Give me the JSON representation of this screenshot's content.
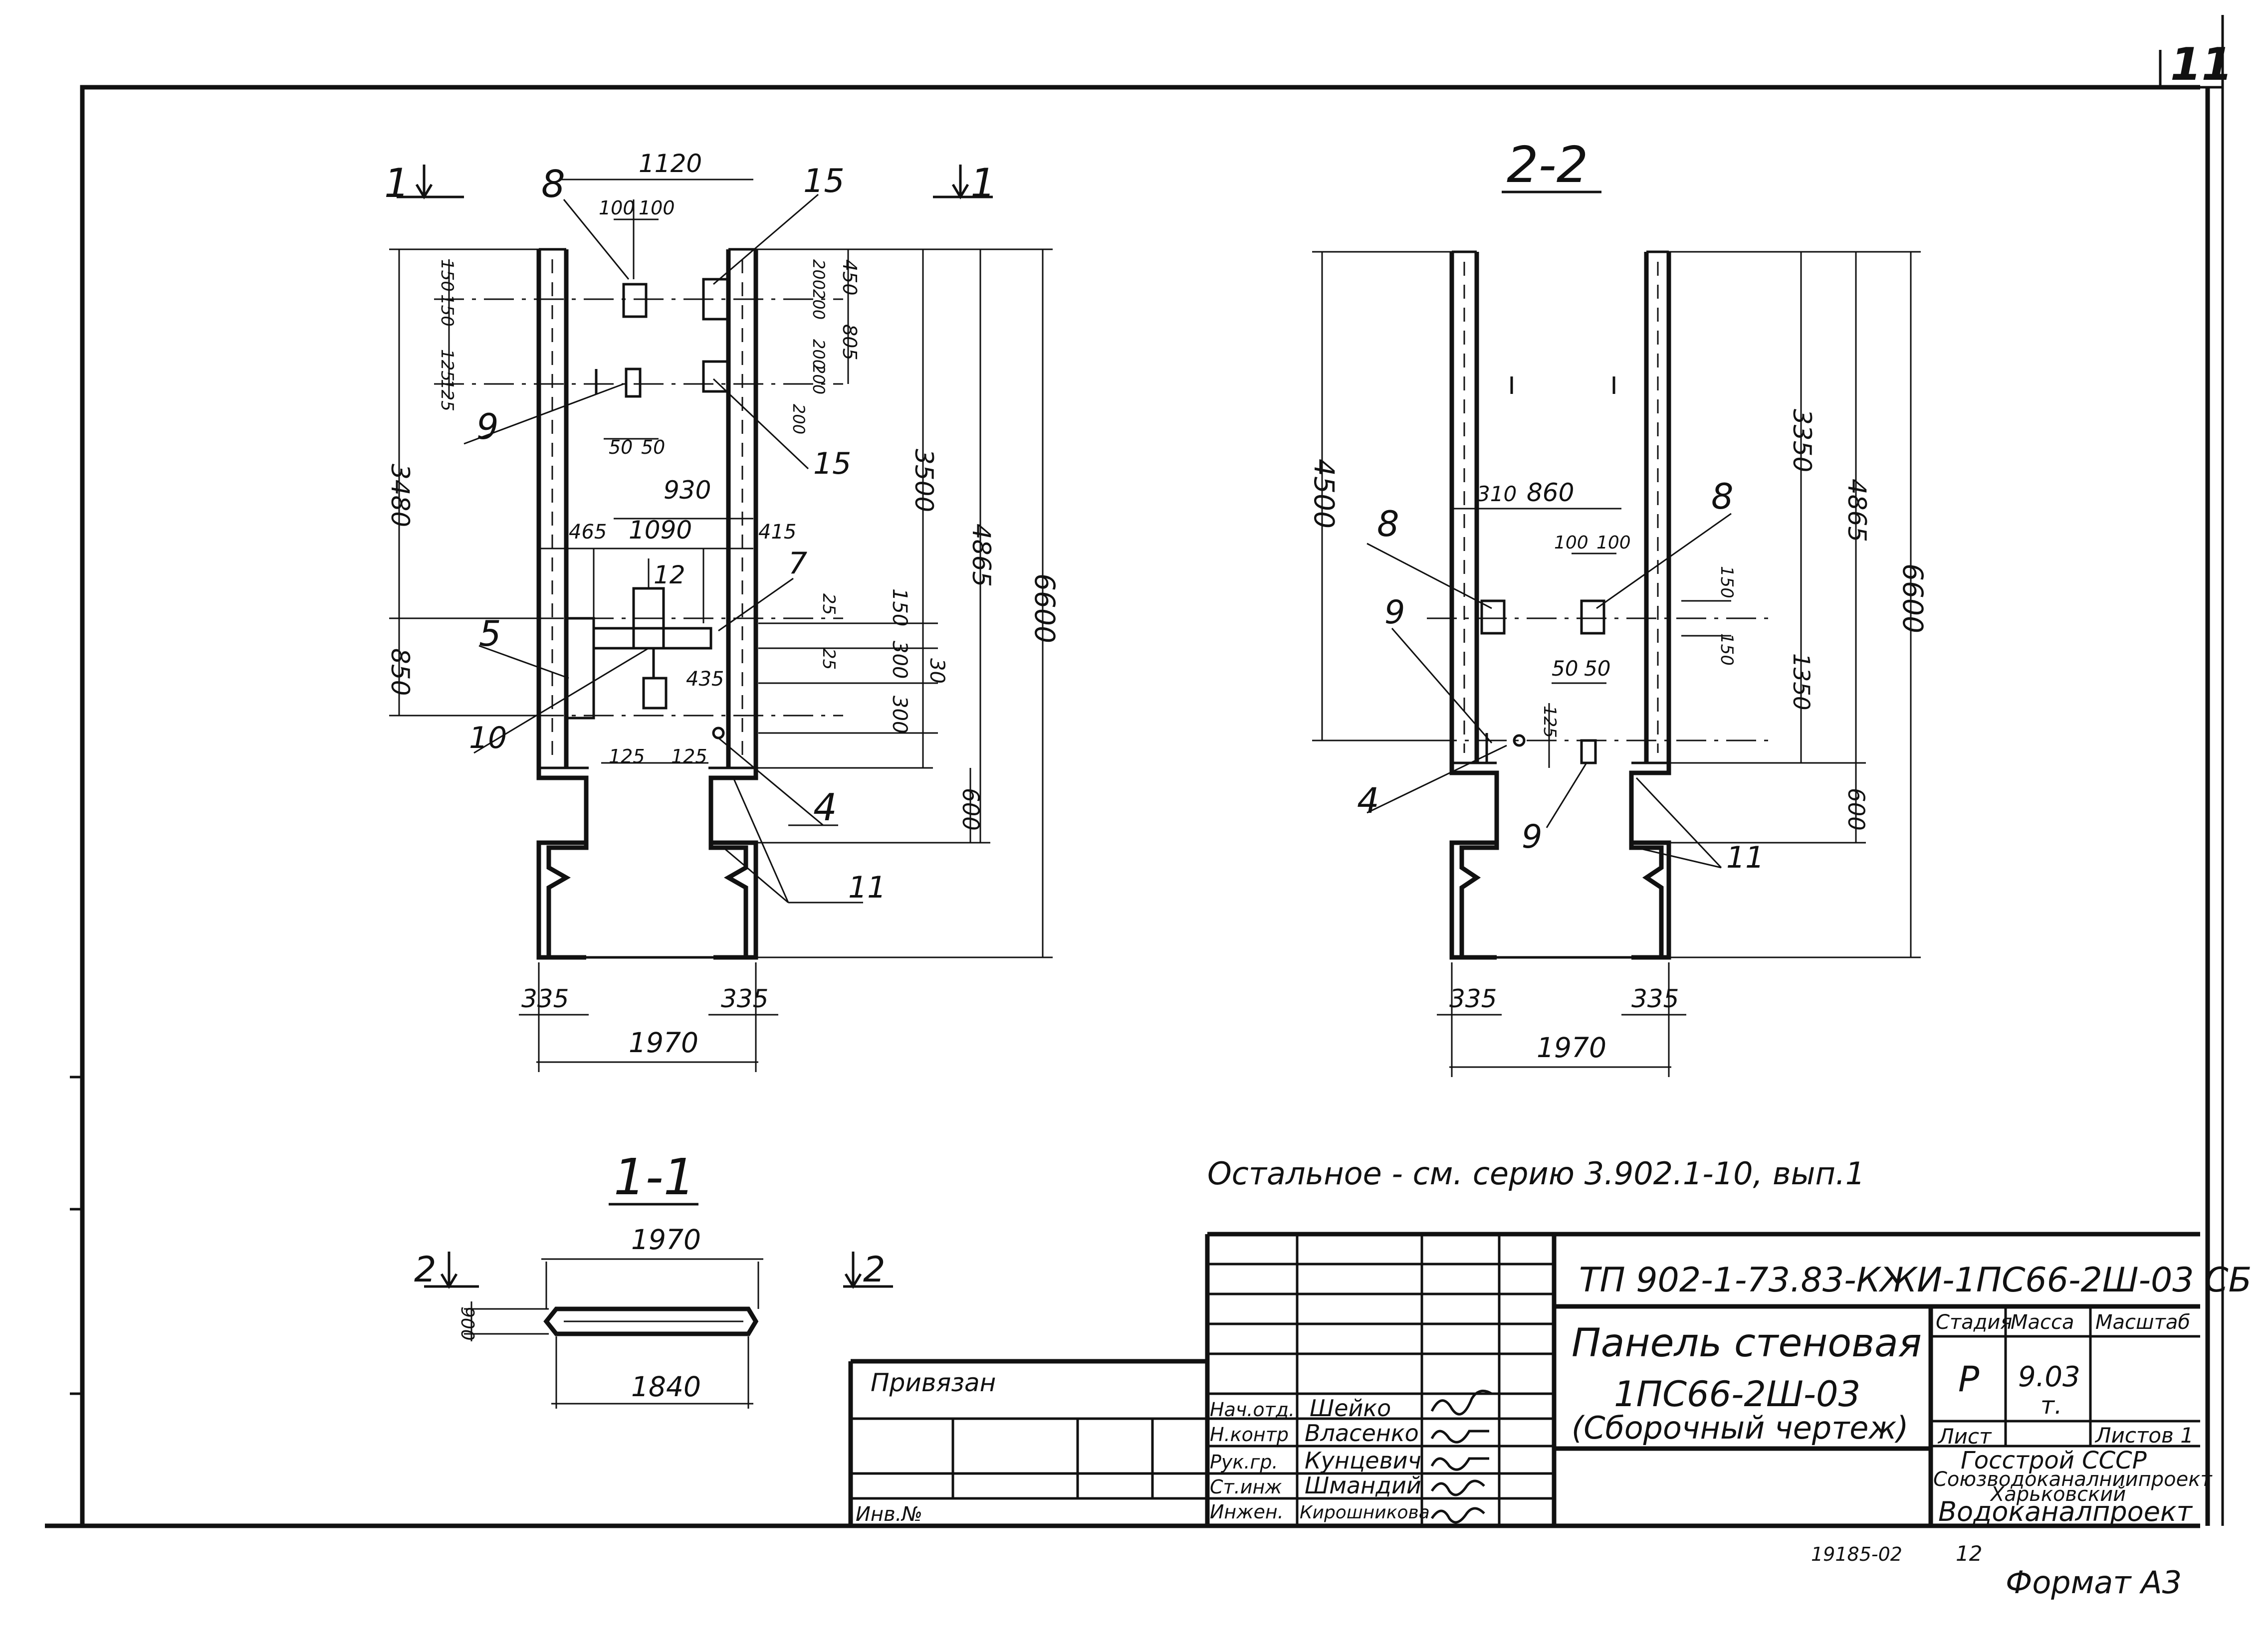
{
  "sheet": {
    "page_number": "11",
    "note": "Остальное - см. серию 3.902.1-10, вып.1",
    "format": "Формат А3",
    "archive_number": "19185-02",
    "archive_sheet": "12"
  },
  "sections": {
    "s11_title": "1-1",
    "s22_title": "2-2",
    "marker_1": "1",
    "marker_2": "2"
  },
  "front_view": {
    "dims": {
      "d1120": "1120",
      "d100a": "100",
      "d100b": "100",
      "d150a": "150",
      "d150b": "150",
      "d125a": "125",
      "d125b": "125",
      "d50a": "50",
      "d50b": "50",
      "d450": "450",
      "d805": "805",
      "d200a": "200",
      "d200b": "200",
      "d200c": "200",
      "d200d": "200",
      "d200e": "200",
      "d3480": "3480",
      "d3500": "3500",
      "d4865": "4865",
      "d6600": "6600",
      "d930": "930",
      "d1090": "1090",
      "d465": "465",
      "d415": "415",
      "d850": "850",
      "d25a": "25",
      "d25b": "25",
      "d150c": "150",
      "d300a": "300",
      "d300b": "300",
      "d30": "30",
      "d435": "435",
      "d125c": "125",
      "d125d": "125",
      "d600": "600",
      "d335a": "335",
      "d335b": "335",
      "d1970": "1970"
    },
    "callouts": {
      "c8": "8",
      "c9": "9",
      "c15a": "15",
      "c15b": "15",
      "c12": "12",
      "c7": "7",
      "c5": "5",
      "c10": "10",
      "c4": "4",
      "c11": "11"
    }
  },
  "section_22": {
    "dims": {
      "d4500": "4500",
      "d3350": "3350",
      "d4865": "4865",
      "d6600": "6600",
      "d310": "310",
      "d860": "860",
      "d100a": "100",
      "d100b": "100",
      "d150a": "150",
      "d150b": "150",
      "d50a": "50",
      "d50b": "50",
      "d1350": "1350",
      "d125": "125",
      "d600": "600",
      "d335a": "335",
      "d335b": "335",
      "d1970": "1970"
    },
    "callouts": {
      "c8a": "8",
      "c8b": "8",
      "c9a": "9",
      "c9b": "9",
      "c4": "4",
      "c11": "11"
    }
  },
  "section_11": {
    "dims": {
      "d1970": "1970",
      "d900": "900",
      "d1840": "1840"
    }
  },
  "title_block": {
    "doc_code": "ТП 902-1-73.83-КЖИ-1ПС66-2Ш-03 СБ",
    "name_line1": "Панель стеновая",
    "name_line2": "1ПС66-2Ш-03",
    "name_line3": "(Сборочный чертеж)",
    "stage_header": "Стадия",
    "mass_header": "Масса",
    "scale_header": "Масштаб",
    "stage_value": "Р",
    "mass_value": "9.03",
    "mass_unit": "т.",
    "sheet_label": "Лист",
    "sheets_label": "Листов 1",
    "org1": "Госстрой СССР",
    "org2": "Союзводоканалниипроект",
    "org3": "Харьковский",
    "org4": "Водоканалпроект",
    "bound_label": "Привязан",
    "inv_label": "Инв.№",
    "signatures": [
      {
        "role": "Нач.отд.",
        "name": "Шейко"
      },
      {
        "role": "Н.контр",
        "name": "Власенко"
      },
      {
        "role": "Рук.гр.",
        "name": "Кунцевич"
      },
      {
        "role": "Ст.инж",
        "name": "Шмандий"
      },
      {
        "role": "Инжен.",
        "name": "Кирошникова"
      }
    ]
  }
}
